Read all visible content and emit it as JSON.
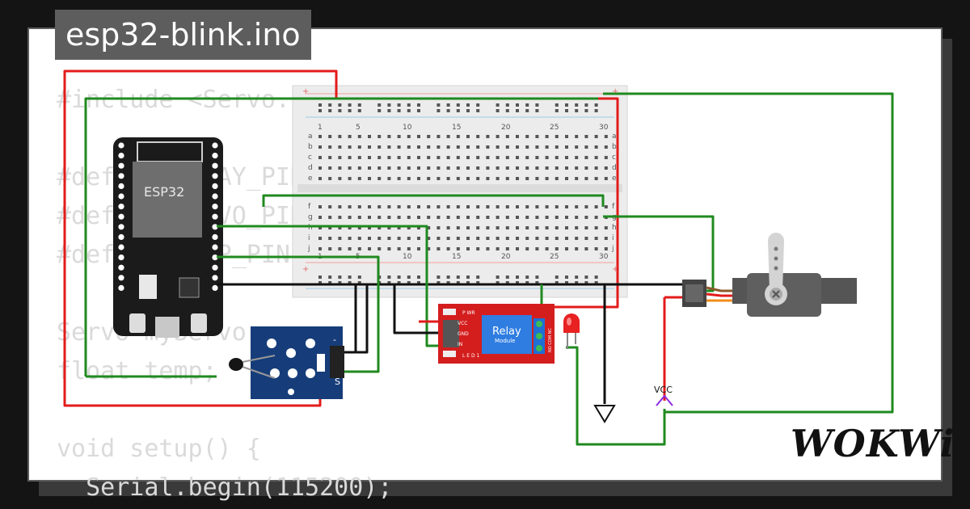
{
  "window": {
    "title": "esp32-blink.ino"
  },
  "code_lines": [
    "#include <Servo.h>",
    "",
    "#define RELAY_PIN",
    "#define SERVO_PIN",
    "#define TEMP_PIN",
    "",
    "Servo myServo;",
    "float temp;",
    "",
    "void setup() {",
    "  Serial.begin(115200);"
  ],
  "components": {
    "esp32": {
      "label": "ESP32"
    },
    "breadboard": {
      "column_numbers": [
        "1",
        "5",
        "10",
        "15",
        "20",
        "25",
        "30"
      ],
      "row_letters_top": [
        "a",
        "b",
        "c",
        "d",
        "e"
      ],
      "row_letters_bottom": [
        "f",
        "g",
        "h",
        "i",
        "j"
      ],
      "rail_plus": "+",
      "rail_minus": "-"
    },
    "relay": {
      "title": "Relay",
      "subtitle": "Module",
      "pins": [
        "VCC",
        "GND",
        "IN"
      ],
      "leds": [
        "P WR",
        "L E D 1"
      ],
      "terminals": "NO COM NC"
    },
    "temp_sensor": {
      "label": "S",
      "minus": "-"
    },
    "power": {
      "vcc_label": "VCC"
    }
  },
  "brand": {
    "logo_text": "WOKWi"
  },
  "colors": {
    "wire_red": "#e31b1b",
    "wire_green": "#1f8a1f",
    "wire_black": "#111111",
    "esp32_board": "#1b1b1b",
    "relay_board": "#d41e1e",
    "relay_block": "#2f7de1",
    "sensor_board": "#163d7a",
    "led": "#e82121",
    "servo_body": "#5f5f5f"
  }
}
